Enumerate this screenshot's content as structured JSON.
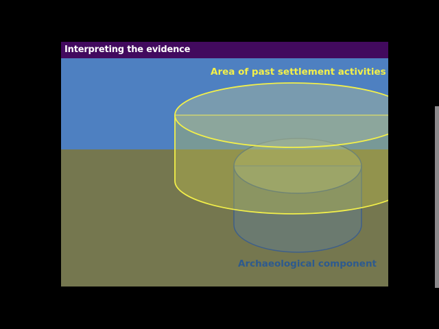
{
  "slide": {
    "title": "Interpreting the evidence",
    "labels": {
      "settlement_area": "Area of past settlement activities",
      "archaeological_component": "Archaeological component"
    },
    "colors": {
      "header": "#420a5e",
      "sky": "#4e80c1",
      "ground": "#75774f",
      "settlement_outline": "#f3f04a",
      "component_outline": "#3e5f8a"
    }
  }
}
